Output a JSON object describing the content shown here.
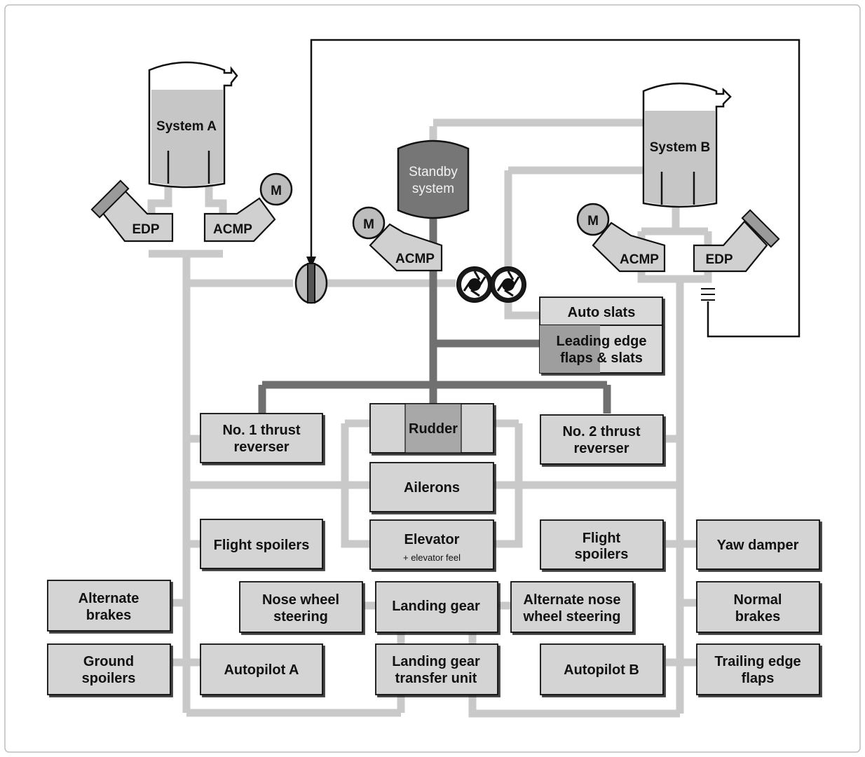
{
  "reservoirs": {
    "system_a": "System A",
    "system_b": "System B",
    "standby": [
      "Standby",
      "system"
    ]
  },
  "pumps": {
    "edp": "EDP",
    "acmp": "ACMP",
    "motor": "M"
  },
  "components": {
    "auto_slats": "Auto slats",
    "le_flaps_slats": [
      "Leading edge",
      "flaps & slats"
    ],
    "thrust_rev_1": [
      "No. 1 thrust",
      "reverser"
    ],
    "rudder": "Rudder",
    "thrust_rev_2": [
      "No. 2 thrust",
      "reverser"
    ],
    "ailerons": "Ailerons",
    "flight_spoilers_left": "Flight spoilers",
    "elevator": "Elevator",
    "elevator_feel": "+ elevator feel",
    "flight_spoilers_right": [
      "Flight",
      "spoilers"
    ],
    "yaw_damper": "Yaw damper",
    "alternate_brakes": [
      "Alternate",
      "brakes"
    ],
    "nose_wheel_steering": [
      "Nose wheel",
      "steering"
    ],
    "landing_gear": "Landing gear",
    "alt_nose_wheel_steering": [
      "Alternate nose",
      "wheel steering"
    ],
    "normal_brakes": [
      "Normal",
      "brakes"
    ],
    "ground_spoilers": [
      "Ground",
      "spoilers"
    ],
    "autopilot_a": "Autopilot A",
    "ltu": [
      "Landing gear",
      "transfer unit"
    ],
    "autopilot_b": "Autopilot B",
    "trailing_edge_flaps": [
      "Trailing edge",
      "flaps"
    ]
  },
  "colors": {
    "pipe_light": "#c9c9c9",
    "pipe_dark": "#707070",
    "box_fill": "#d4d4d4",
    "tank_dark": "#767676"
  }
}
